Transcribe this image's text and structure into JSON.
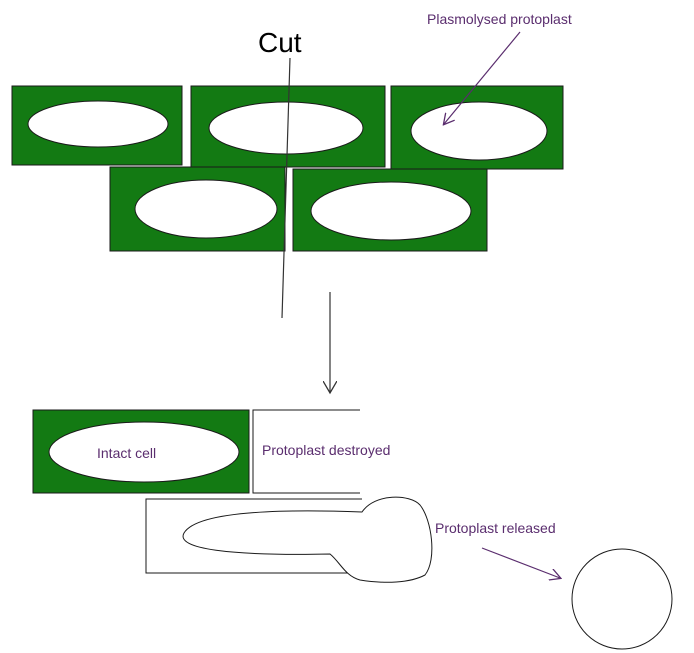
{
  "labels": {
    "cut": "Cut",
    "plasmolysed_protoplast": "Plasmolysed protoplast",
    "intact_cell": "Intact cell",
    "protoplast_destroyed": "Protoplast destroyed",
    "protoplast_released": "Protoplast released"
  },
  "colors": {
    "cell_wall_green": "#137a13",
    "cell_outline": "#1a1a1a",
    "protoplast_fill": "#ffffff",
    "label_purple": "#5a2d6e",
    "line_gray": "#333333"
  }
}
